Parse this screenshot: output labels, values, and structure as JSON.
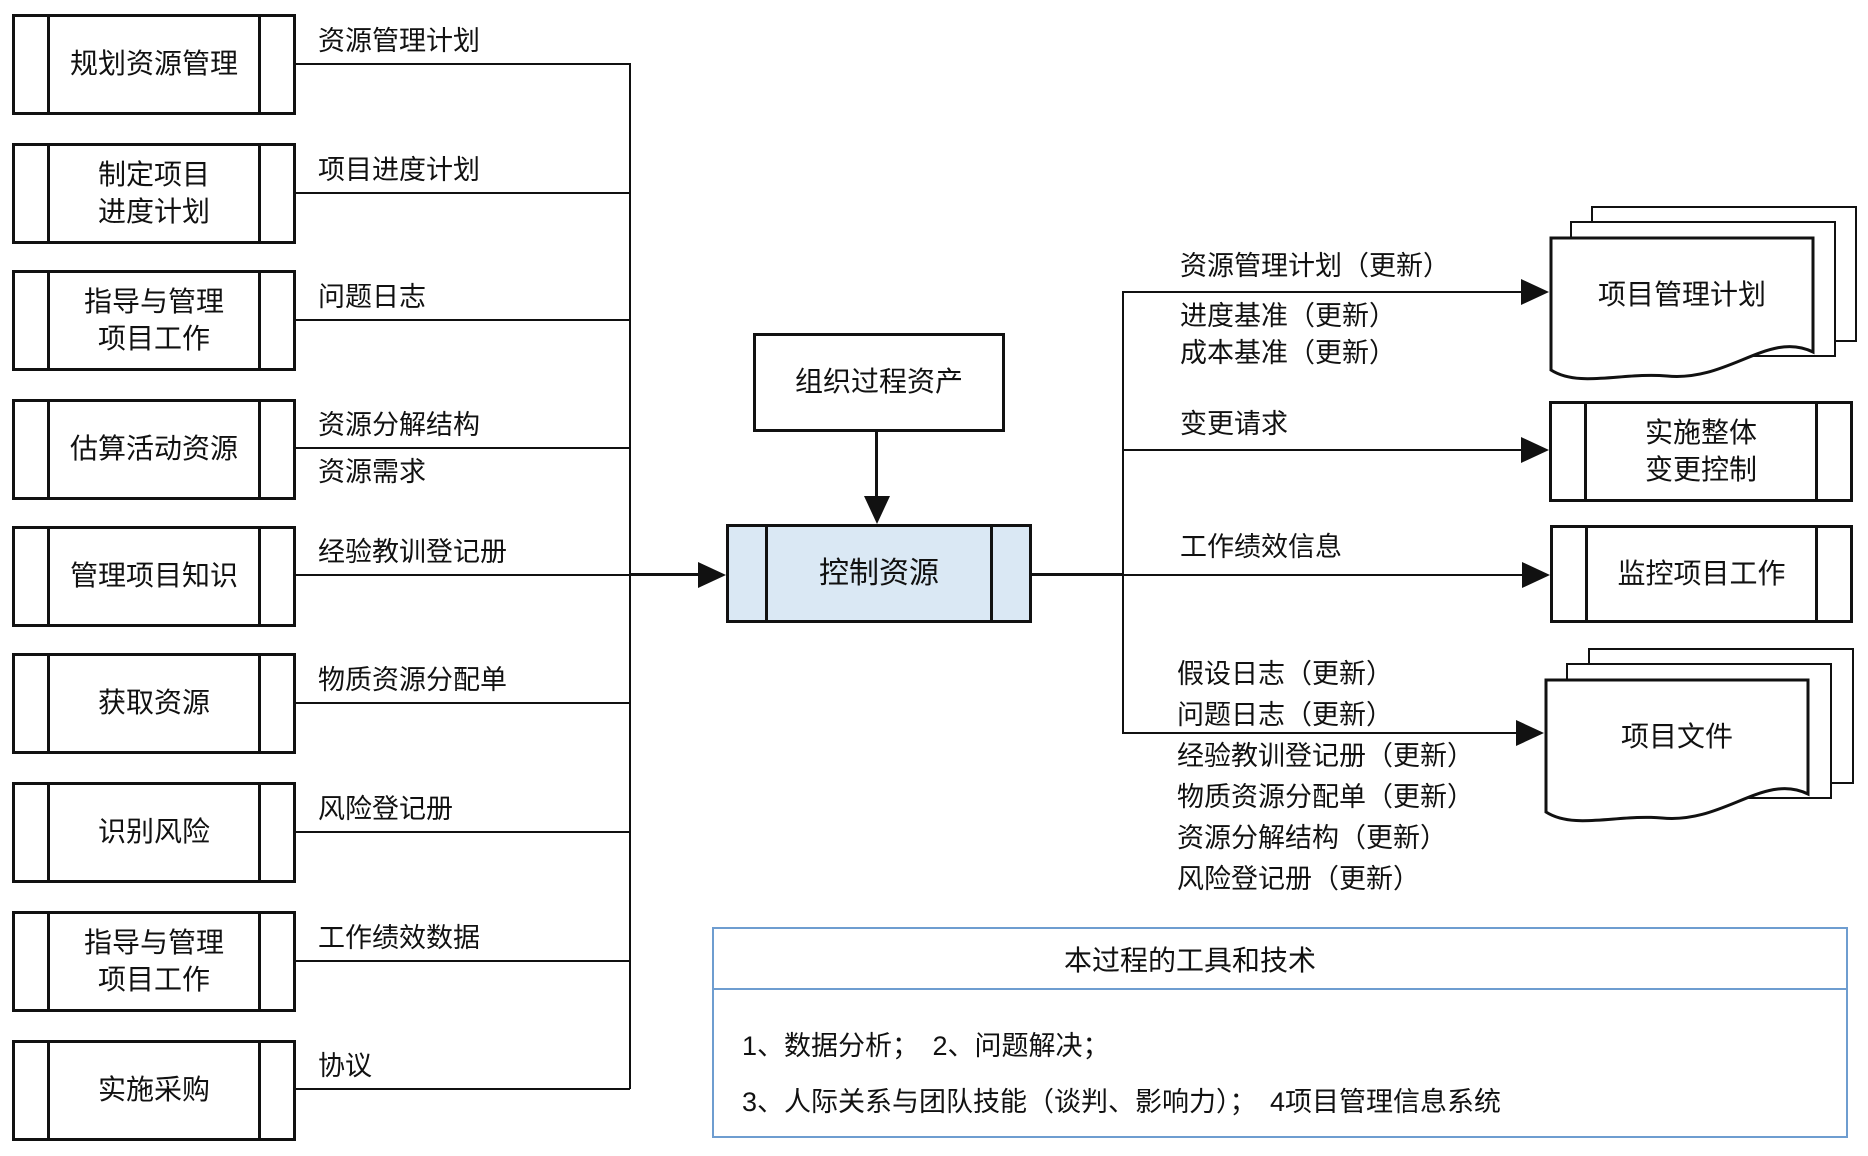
{
  "colors": {
    "process-fill": "#dae8f4",
    "tools-border": "#6e9dd0",
    "line": "#111111"
  },
  "center": {
    "top_input": "组织过程资产",
    "process": "控制资源"
  },
  "left_processes": [
    {
      "label": "规划资源管理",
      "artifact": "资源管理计划"
    },
    {
      "label": "制定项目\n进度计划",
      "artifact": "项目进度计划"
    },
    {
      "label": "指导与管理\n项目工作",
      "artifact": "问题日志"
    },
    {
      "label": "估算活动资源",
      "artifact": "资源分解结构",
      "artifact_below": "资源需求"
    },
    {
      "label": "管理项目知识",
      "artifact": "经验教训登记册"
    },
    {
      "label": "获取资源",
      "artifact": "物质资源分配单"
    },
    {
      "label": "识别风险",
      "artifact": "风险登记册"
    },
    {
      "label": "指导与管理\n项目工作",
      "artifact": "工作绩效数据"
    },
    {
      "label": "实施采购",
      "artifact": "协议"
    }
  ],
  "outputs": [
    {
      "label_above": "资源管理计划（更新）",
      "labels_below": [
        "进度基准（更新）",
        "成本基准（更新）"
      ],
      "target": "项目管理计划",
      "target_shape": "document-stack"
    },
    {
      "label_above": "变更请求",
      "target": "实施整体\n变更控制",
      "target_shape": "predefined-process"
    },
    {
      "label_above": "工作绩效信息",
      "target": "监控项目工作",
      "target_shape": "predefined-process"
    },
    {
      "labels_above": [
        "假设日志（更新）",
        "问题日志（更新）"
      ],
      "labels_below": [
        "经验教训登记册（更新）",
        "物质资源分配单（更新）",
        "资源分解结构（更新）",
        "风险登记册（更新）"
      ],
      "target": "项目文件",
      "target_shape": "document-stack"
    }
  ],
  "tools_panel": {
    "title": "本过程的工具和技术",
    "lines": [
      "1、数据分析；　2、问题解决；",
      "3、人际关系与团队技能（谈判、影响力）；　4项目管理信息系统"
    ]
  }
}
